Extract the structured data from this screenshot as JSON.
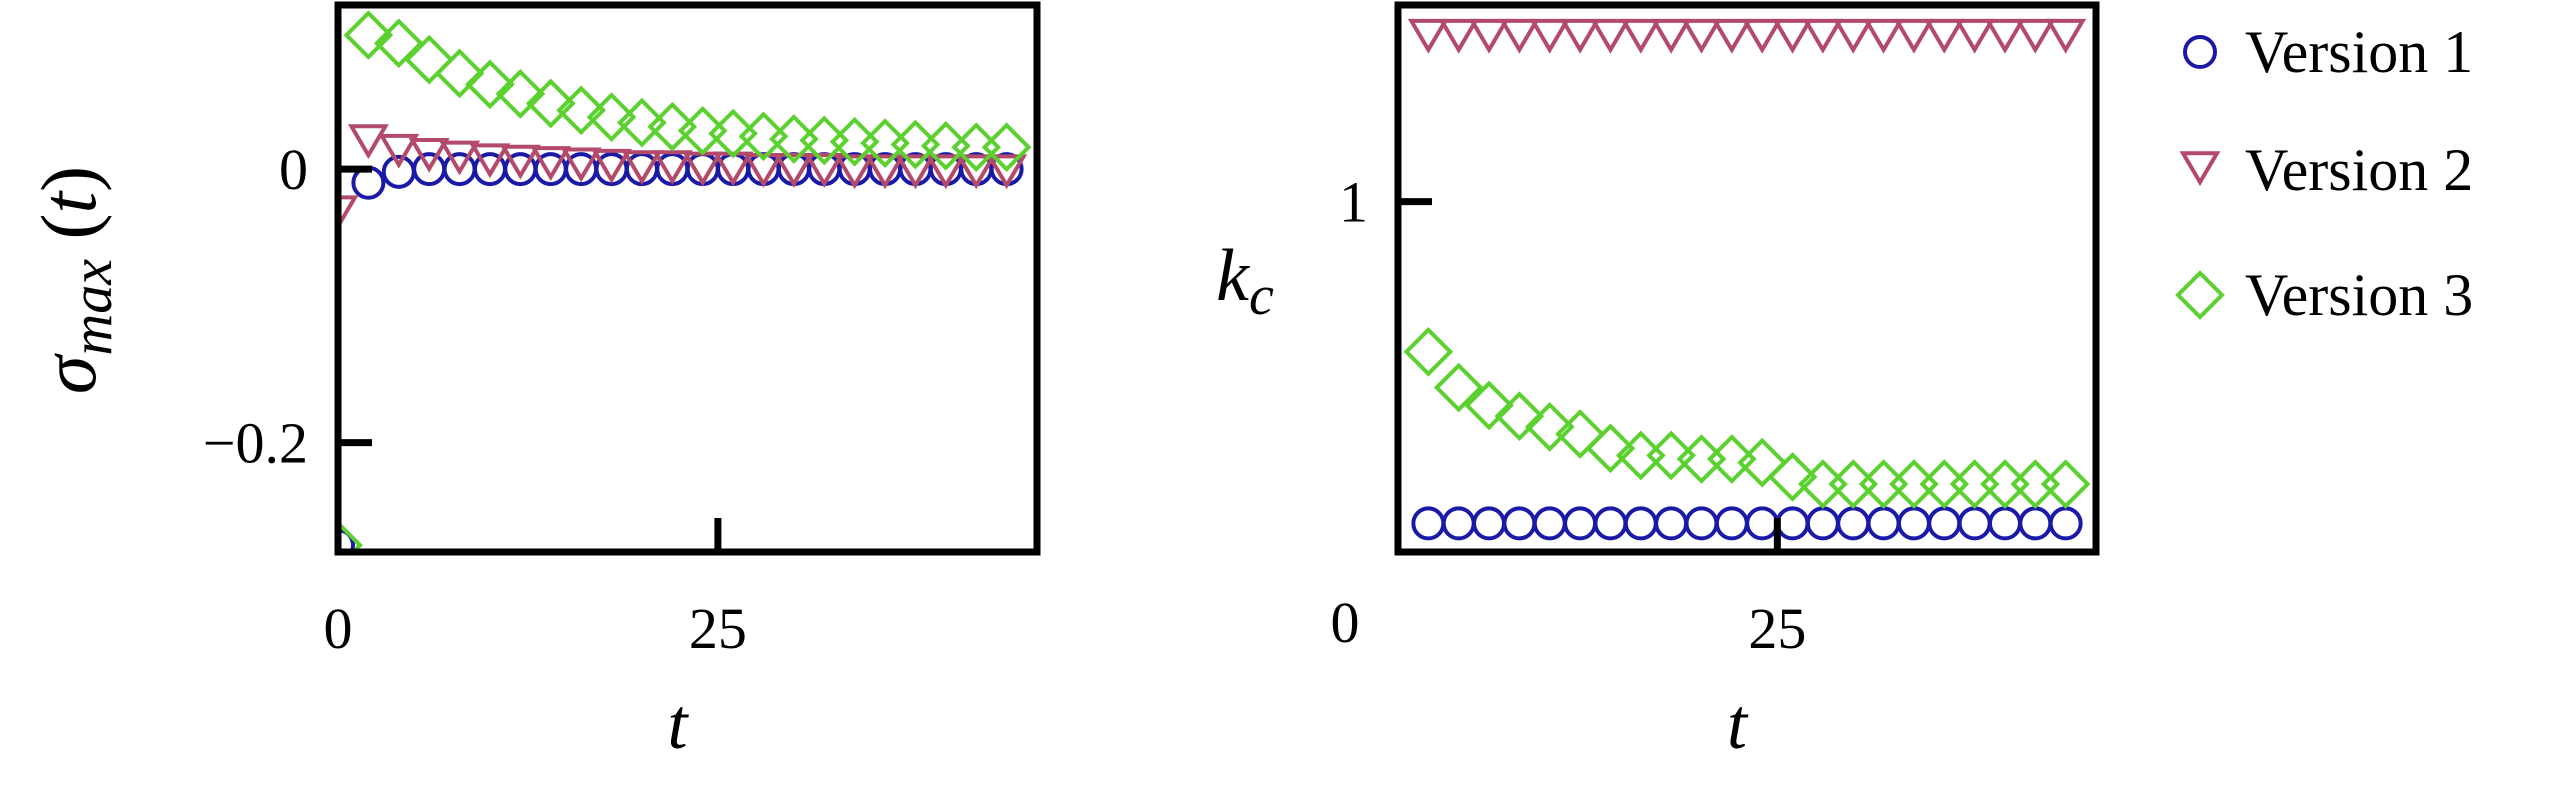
{
  "colors": {
    "version1": "#1a1aa6",
    "version2": "#b34a6a",
    "version3": "#5bd12f",
    "axes": "#000000"
  },
  "legend": {
    "placement": "right",
    "items": [
      {
        "label": "Version 1",
        "marker": "circle",
        "color": "#1a1aa6"
      },
      {
        "label": "Version 2",
        "marker": "triangle-down",
        "color": "#b34a6a"
      },
      {
        "label": "Version 3",
        "marker": "diamond",
        "color": "#5bd12f"
      }
    ]
  },
  "chart_data": [
    {
      "type": "scatter",
      "xlabel": "t",
      "ylabel_main": "σ",
      "ylabel_sub": "max",
      "ylabel_tail": " (t)",
      "xlim": [
        0,
        46
      ],
      "ylim": [
        -0.28,
        0.12
      ],
      "xticks": [
        0,
        25
      ],
      "xtick_labels": [
        "0",
        "25"
      ],
      "yticks": [
        0,
        -0.2
      ],
      "ytick_labels": [
        "0",
        "−0.2"
      ],
      "grid": false,
      "series": [
        {
          "name": "Version 1",
          "marker": "circle",
          "color": "#1a1aa6",
          "x": [
            0,
            2,
            4,
            6,
            8,
            10,
            12,
            14,
            16,
            18,
            20,
            22,
            24,
            26,
            28,
            30,
            32,
            34,
            36,
            38,
            40,
            42,
            44
          ],
          "y": [
            -0.275,
            -0.01,
            -0.002,
            0,
            0,
            0,
            0,
            0,
            0,
            0,
            0,
            0,
            0,
            0,
            0,
            0,
            0,
            0,
            0,
            0,
            0,
            0,
            0
          ]
        },
        {
          "name": "Version 2",
          "marker": "triangle-down",
          "color": "#b34a6a",
          "x": [
            0,
            2,
            4,
            6,
            8,
            10,
            12,
            14,
            16,
            18,
            20,
            22,
            24,
            26,
            28,
            30,
            32,
            34,
            36,
            38,
            40,
            42,
            44
          ],
          "y": [
            -0.03,
            0.022,
            0.015,
            0.012,
            0.01,
            0.008,
            0.007,
            0.006,
            0.005,
            0.004,
            0.003,
            0.003,
            0.002,
            0.002,
            0.001,
            0.001,
            0.001,
            0,
            0,
            0,
            0,
            0,
            0
          ]
        },
        {
          "name": "Version 3",
          "marker": "diamond",
          "color": "#5bd12f",
          "x": [
            0,
            2,
            4,
            6,
            8,
            10,
            12,
            14,
            16,
            18,
            20,
            22,
            24,
            26,
            28,
            30,
            32,
            34,
            36,
            38,
            40,
            42,
            44
          ],
          "y": [
            -0.275,
            0.098,
            0.092,
            0.08,
            0.07,
            0.062,
            0.055,
            0.048,
            0.043,
            0.038,
            0.034,
            0.031,
            0.028,
            0.026,
            0.024,
            0.022,
            0.021,
            0.02,
            0.019,
            0.018,
            0.017,
            0.016,
            0.016
          ]
        }
      ]
    },
    {
      "type": "scatter",
      "xlabel": "t",
      "ylabel_main": "k",
      "ylabel_sub": "c",
      "ylabel_tail": "",
      "xlim": [
        0,
        46
      ],
      "ylim": [
        0.02,
        1.55
      ],
      "xticks": [
        25
      ],
      "xtick_labels": [
        "25"
      ],
      "extra_labels": [
        "0"
      ],
      "yticks": [
        1
      ],
      "ytick_labels": [
        "1"
      ],
      "grid": false,
      "series": [
        {
          "name": "Version 1",
          "marker": "circle",
          "color": "#1a1aa6",
          "x": [
            2,
            4,
            6,
            8,
            10,
            12,
            14,
            16,
            18,
            20,
            22,
            24,
            26,
            28,
            30,
            32,
            34,
            36,
            38,
            40,
            42,
            44
          ],
          "y": [
            0.1,
            0.1,
            0.1,
            0.1,
            0.1,
            0.1,
            0.1,
            0.1,
            0.1,
            0.1,
            0.1,
            0.1,
            0.1,
            0.1,
            0.1,
            0.1,
            0.1,
            0.1,
            0.1,
            0.1,
            0.1,
            0.1
          ]
        },
        {
          "name": "Version 2",
          "marker": "triangle-down",
          "color": "#b34a6a",
          "x": [
            2,
            4,
            6,
            8,
            10,
            12,
            14,
            16,
            18,
            20,
            22,
            24,
            26,
            28,
            30,
            32,
            34,
            36,
            38,
            40,
            42,
            44
          ],
          "y": [
            1.47,
            1.47,
            1.47,
            1.47,
            1.47,
            1.47,
            1.47,
            1.47,
            1.47,
            1.47,
            1.47,
            1.47,
            1.47,
            1.47,
            1.47,
            1.47,
            1.47,
            1.47,
            1.47,
            1.47,
            1.47,
            1.47
          ]
        },
        {
          "name": "Version 3",
          "marker": "diamond",
          "color": "#5bd12f",
          "x": [
            2,
            4,
            6,
            8,
            10,
            12,
            14,
            16,
            18,
            20,
            22,
            24,
            26,
            28,
            30,
            32,
            34,
            36,
            38,
            40,
            42,
            44
          ],
          "y": [
            0.58,
            0.48,
            0.43,
            0.4,
            0.37,
            0.35,
            0.31,
            0.29,
            0.29,
            0.28,
            0.28,
            0.27,
            0.23,
            0.21,
            0.21,
            0.21,
            0.21,
            0.21,
            0.21,
            0.21,
            0.21,
            0.21
          ]
        }
      ]
    }
  ]
}
